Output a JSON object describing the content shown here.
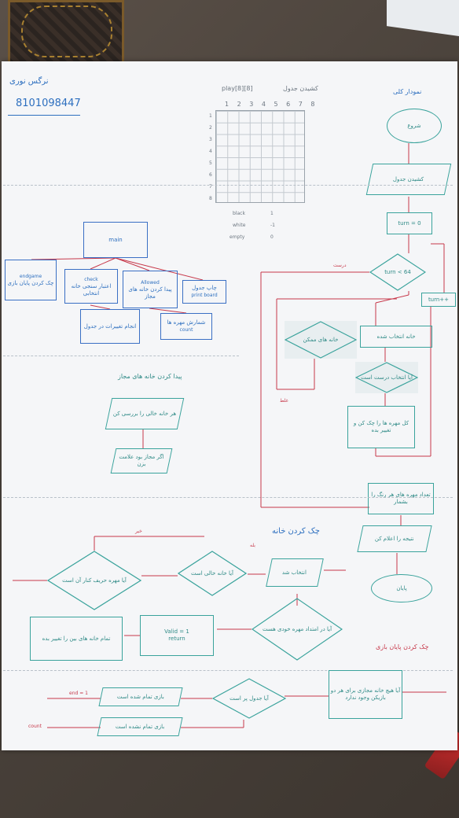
{
  "author": {
    "name": "نرگس نوری",
    "id": "8101098447"
  },
  "grid_section": {
    "title": "play[8][8]",
    "subtitle": "کشیدن جدول",
    "col_numbers": "1 2 3 4 5 6 7 8",
    "row_numbers": [
      "1",
      "2",
      "3",
      "4",
      "5",
      "6",
      "7",
      "8"
    ],
    "legend": [
      {
        "label": "black",
        "value": "1"
      },
      {
        "label": "white",
        "value": "-1"
      },
      {
        "label": "empty",
        "value": "0"
      }
    ]
  },
  "main_flow": {
    "title": "نمودار کلی",
    "start": "شروع",
    "draw_table": "کشیدن جدول",
    "turn_init": "turn = 0",
    "turn_check": "turn < 64",
    "turn_increment": "turn++",
    "step_a": "خانه های ممکن",
    "step_b": "خانه انتخاب شده",
    "step_c": "آیا انتخاب درست است",
    "step_d": "کل مهره ها را چک کن و تغییر بده",
    "count_pieces": "تعداد مهره های هر رنگ را بشمار",
    "announce": "نتیجه را اعلام کن",
    "end": "پایان",
    "yes_label": "درست",
    "no_label": "غلط"
  },
  "functions_tree": {
    "root": "main",
    "children": [
      {
        "name": "endgame",
        "text": "چک کردن پایان بازی"
      },
      {
        "name": "check",
        "text": "اعتبار سنجی خانه انتخابی"
      },
      {
        "name": "Allowed",
        "text": "پیدا کردن خانه های مجاز"
      },
      {
        "name": "print board",
        "text": "چاپ جدول"
      }
    ],
    "sub_children": [
      {
        "name": "",
        "text": "انجام تغییرات در جدول"
      },
      {
        "name": "count",
        "text": "شمارش مهره ها"
      }
    ]
  },
  "allowed_section": {
    "title": "پیدا کردن خانه های مجاز",
    "step1": "هر خانه خالی را بررسی کن",
    "step2": "اگر مجاز بود علامت بزن"
  },
  "check_section": {
    "title": "چک کردن خانه",
    "q1": "انتخاب شد",
    "q2": "آیا خانه خالی است",
    "q3": "آیا مهره حریف کنار آن است",
    "q4": "آیا در امتداد مهره خودی هست",
    "r1": "Valid = 1",
    "r2": "return",
    "r3": "تمام خانه های بین را تغییر بده",
    "mark_yes": "بله",
    "mark_no": "خیر"
  },
  "endgame_section": {
    "title": "چک کردن پایان بازی",
    "q1": "آیا هیچ خانه مجازی برای هر دو بازیکن وجود ندارد",
    "q2": "آیا جدول پر است",
    "r1": "بازی تمام شده است",
    "r2": "بازی تمام نشده است",
    "label_a": "end = 1",
    "label_b": "count"
  }
}
